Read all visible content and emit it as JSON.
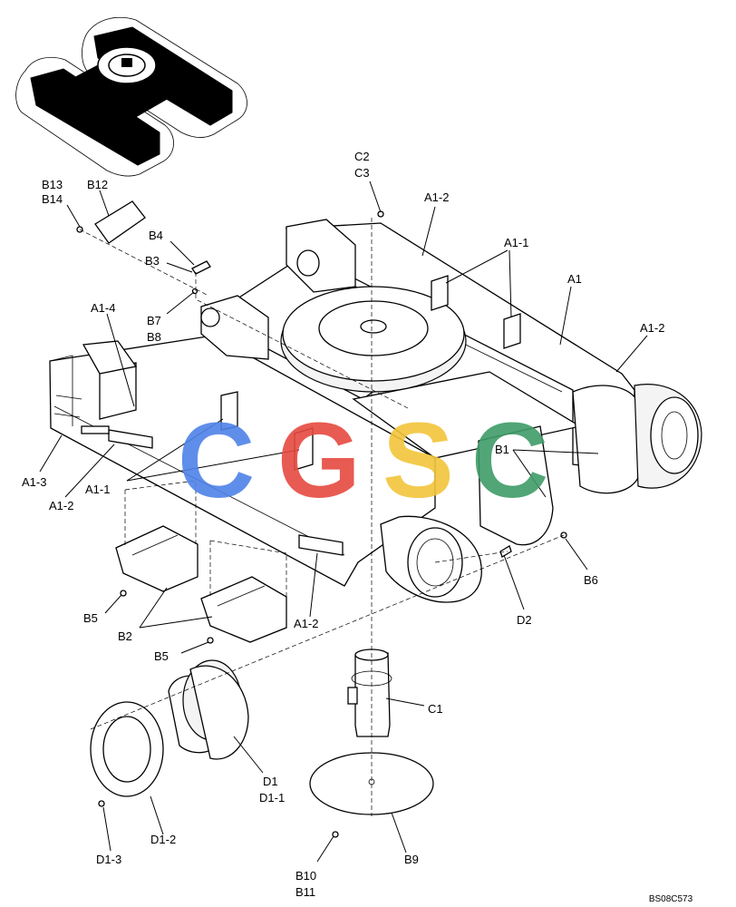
{
  "diagram": {
    "drawing_code": "BS08C573",
    "labels": {
      "B13": "B13",
      "B14": "B14",
      "B12": "B12",
      "B4": "B4",
      "B3": "B3",
      "B7": "B7",
      "B8": "B8",
      "A1_4": "A1-4",
      "C2": "C2",
      "C3": "C3",
      "A1_2_top": "A1-2",
      "A1_1_top": "A1-1",
      "A1": "A1",
      "A1_2_right": "A1-2",
      "A1_3": "A1-3",
      "A1_2_left": "A1-2",
      "A1_1_left": "A1-1",
      "B1": "B1",
      "B6": "B6",
      "D2": "D2",
      "A1_2_bottom": "A1-2",
      "B5_upper": "B5",
      "B2": "B2",
      "B5_lower": "B5",
      "C1": "C1",
      "D1": "D1",
      "D1_1": "D1-1",
      "D1_2": "D1-2",
      "D1_3": "D1-3",
      "B9": "B9",
      "B10": "B10",
      "B11": "B11"
    }
  },
  "watermark": {
    "letters": [
      "C",
      "G",
      "S",
      "C"
    ],
    "colors": [
      "#4e82e8",
      "#e64a40",
      "#f2c53a",
      "#3f9c68"
    ]
  }
}
